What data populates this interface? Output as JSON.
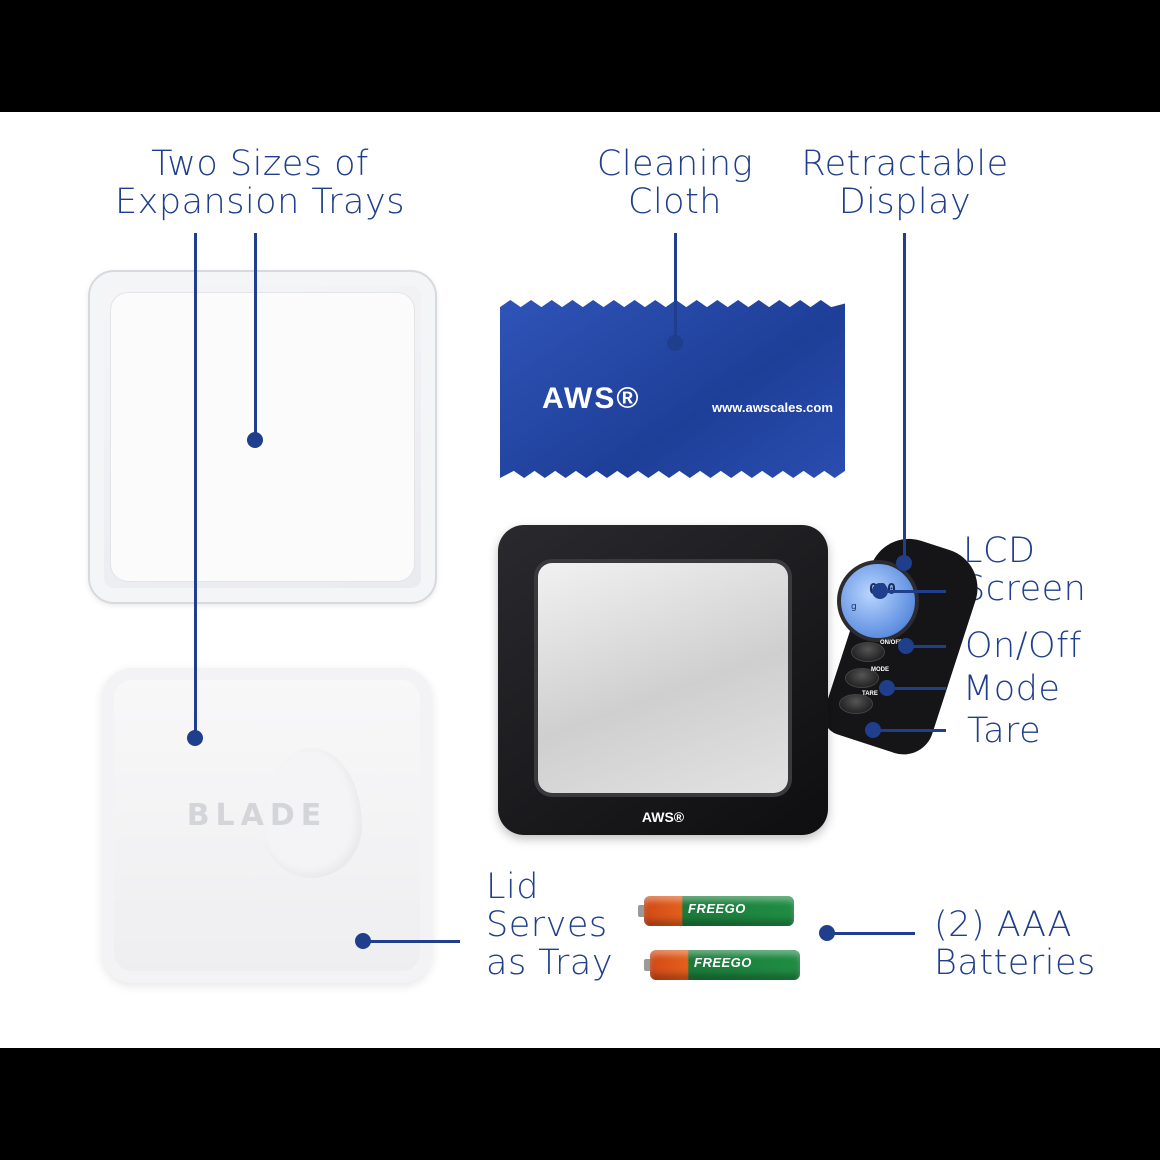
{
  "labels": {
    "expansion_trays": "Two Sizes of\nExpansion Trays",
    "cleaning_cloth": "Cleaning\nCloth",
    "retractable_display": "Retractable\nDisplay",
    "lcd_screen": "LCD\nScreen",
    "on_off": "On/Off",
    "mode": "Mode",
    "tare": "Tare",
    "lid_serves_as_tray": "Lid\nServes\nas Tray",
    "batteries": "(2) AAA\nBatteries"
  },
  "product_text": {
    "cloth_brand": "AWS®",
    "cloth_url": "www.awscales.com",
    "scale_brand": "AWS®",
    "lid_logo": "BLADE",
    "display_digits": "000",
    "display_unit": "g",
    "button_onoff": "ON/OFF",
    "button_mode": "MODE",
    "button_tare": "TARE",
    "battery_brand": "FREEGO"
  },
  "colors": {
    "label_blue": "#1f3f8c",
    "cloth_blue": "#2448a8",
    "background": "#ffffff",
    "frame": "#000000"
  }
}
